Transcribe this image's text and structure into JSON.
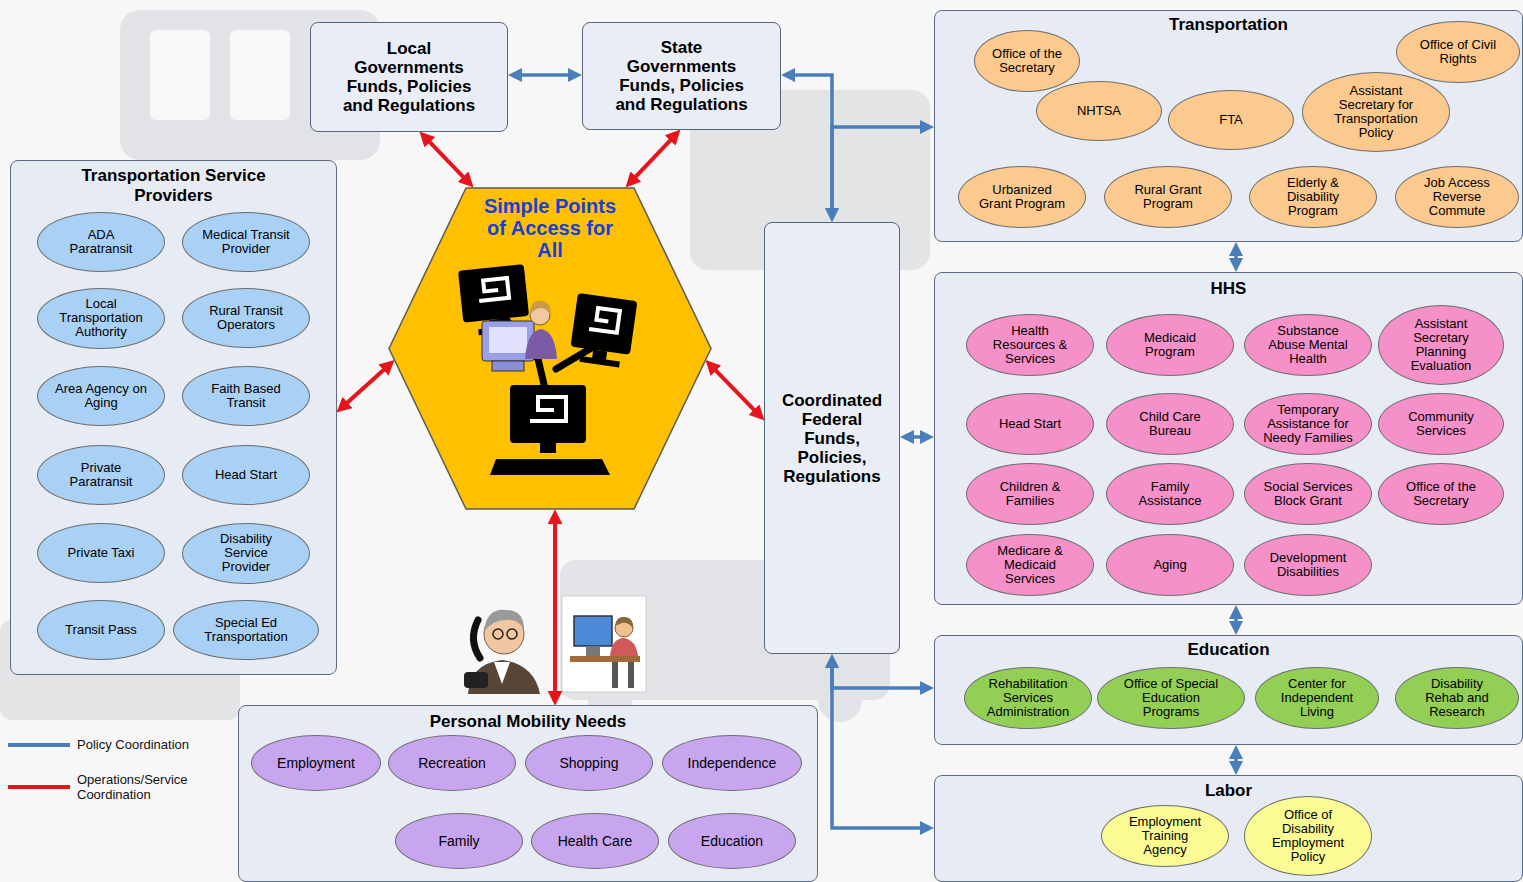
{
  "diagram": {
    "nodes": [
      {
        "text": [
          "Local Governments Funds, Policies and Regulations"
        ]
      },
      {
        "text": [
          "State Governments Funds, Policies and Regulations"
        ]
      },
      {
        "text": [
          "Transportation"
        ]
      },
      {
        "text": [
          "Office of the Secretary"
        ],
        "in": 2
      },
      {
        "text": [
          "Office of Civil Rights"
        ],
        "in": 2
      },
      {
        "text": [
          "NHTSA"
        ],
        "in": 2
      },
      {
        "text": [
          "FTA"
        ],
        "in": 2
      },
      {
        "text": [
          "Assistant Secretary for Transportation Policy"
        ],
        "in": 2
      },
      {
        "text": [
          "Urbanized Grant Program"
        ],
        "in": 2
      },
      {
        "text": [
          "Rural Grant Program"
        ],
        "in": 2
      },
      {
        "text": [
          "Elderly & Disability Program"
        ],
        "in": 2
      },
      {
        "text": [
          "Job Access Reverse Commute"
        ],
        "in": 2
      },
      {
        "text": [
          "Transportation Service Providers"
        ]
      },
      {
        "text": [
          "ADA Paratransit"
        ],
        "in": 12
      },
      {
        "text": [
          "Medical Transit Provider"
        ],
        "in": 12
      },
      {
        "text": [
          "Local Transportation Authority"
        ],
        "in": 12
      },
      {
        "text": [
          "Rural Transit Operators"
        ],
        "in": 12
      },
      {
        "text": [
          "Area Agency on Aging"
        ],
        "in": 12
      },
      {
        "text": [
          "Faith Based Transit"
        ],
        "in": 12
      },
      {
        "text": [
          "Private Paratransit"
        ],
        "in": 12
      },
      {
        "text": [
          "Head Start"
        ],
        "in": 12
      },
      {
        "text": [
          "Private Taxi"
        ],
        "in": 12
      },
      {
        "text": [
          "Disability Service Provider"
        ],
        "in": 12
      },
      {
        "text": [
          "Transit Pass"
        ],
        "in": 12
      },
      {
        "text": [
          "Special Ed Transportation"
        ],
        "in": 12
      },
      {
        "text": [
          "Simple Points of Access for All"
        ]
      },
      {
        "text": [
          "Coordinated Federal Funds, Policies, Regulations"
        ]
      },
      {
        "text": [
          "HHS"
        ]
      },
      {
        "text": [
          "Health Resources & Services"
        ],
        "in": 27
      },
      {
        "text": [
          "Medicaid Program"
        ],
        "in": 27
      },
      {
        "text": [
          "Substance Abuse Mental Health"
        ],
        "in": 27
      },
      {
        "text": [
          "Assistant Secretary Planning Evaluation"
        ],
        "in": 27
      },
      {
        "text": [
          "Head Start"
        ],
        "in": 27
      },
      {
        "text": [
          "Child Care Bureau"
        ],
        "in": 27
      },
      {
        "text": [
          "Temporary Assistance for Needy Families"
        ],
        "in": 27
      },
      {
        "text": [
          "Community Services"
        ],
        "in": 27
      },
      {
        "text": [
          "Children & Families"
        ],
        "in": 27
      },
      {
        "text": [
          "Family Assistance"
        ],
        "in": 27
      },
      {
        "text": [
          "Social Services Block Grant"
        ],
        "in": 27
      },
      {
        "text": [
          "Office of the Secretary"
        ],
        "in": 27
      },
      {
        "text": [
          "Medicare & Medicaid Services"
        ],
        "in": 27
      },
      {
        "text": [
          "Aging"
        ],
        "in": 27
      },
      {
        "text": [
          "Development Disabilities"
        ],
        "in": 27
      },
      {
        "text": [
          "Education"
        ]
      },
      {
        "text": [
          "Rehabilitation Services Administration"
        ],
        "in": 43
      },
      {
        "text": [
          "Office of Special Education Programs"
        ],
        "in": 43
      },
      {
        "text": [
          "Center for Independent Living"
        ],
        "in": 43
      },
      {
        "text": [
          "Disability Rehab and Research"
        ],
        "in": 43
      },
      {
        "text": [
          "Personal Mobility Needs"
        ]
      },
      {
        "text": [
          "Employment"
        ],
        "in": 48
      },
      {
        "text": [
          "Recreation"
        ],
        "in": 48
      },
      {
        "text": [
          "Shopping"
        ],
        "in": 48
      },
      {
        "text": [
          "Independence"
        ],
        "in": 48
      },
      {
        "text": [
          "Family"
        ],
        "in": 48
      },
      {
        "text": [
          "Health Care"
        ],
        "in": 48
      },
      {
        "text": [
          "Education"
        ],
        "in": 48
      },
      {
        "text": [
          "Labor"
        ]
      },
      {
        "text": [
          "Employment Training Agency"
        ],
        "in": 56
      },
      {
        "text": [
          "Office of Disability Employment Policy"
        ],
        "in": 56
      }
    ],
    "edges": [
      {
        "from": 0,
        "to": 1,
        "arrow": "both"
      },
      {
        "from": 1,
        "to": 26,
        "arrow": "both"
      },
      {
        "from": 26,
        "to": 2,
        "arrow": "both"
      },
      {
        "from": 2,
        "to": 27,
        "arrow": "both"
      },
      {
        "from": 26,
        "to": 27,
        "arrow": "both"
      },
      {
        "from": 27,
        "to": 43,
        "arrow": "both"
      },
      {
        "from": 43,
        "to": 56,
        "arrow": "both"
      },
      {
        "from": 26,
        "to": 43,
        "arrow": "both"
      },
      {
        "from": 26,
        "to": 56,
        "arrow": "both"
      },
      {
        "from": 0,
        "to": 25,
        "arrow": "both"
      },
      {
        "from": 1,
        "to": 25,
        "arrow": "both"
      },
      {
        "from": 12,
        "to": 25,
        "arrow": "both"
      },
      {
        "from": 25,
        "to": 26,
        "arrow": "both"
      },
      {
        "from": 25,
        "to": 48,
        "arrow": "both"
      }
    ],
    "legend": [
      {
        "text": "Policy Coordination"
      },
      {
        "text": "Operations/Service Coordination"
      }
    ]
  }
}
